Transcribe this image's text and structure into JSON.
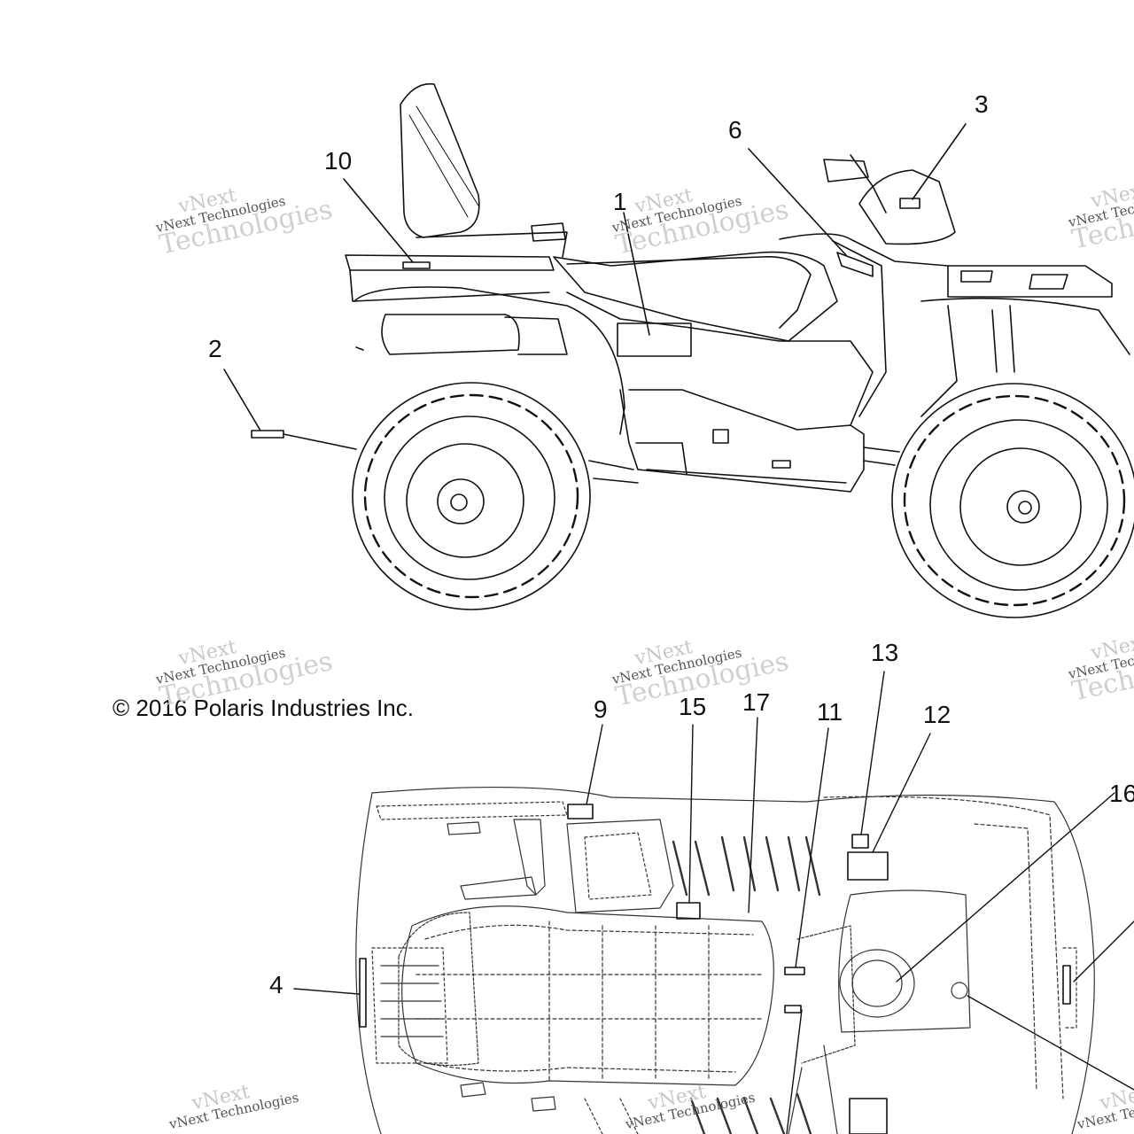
{
  "copyright": "© 2016 Polaris Industries Inc.",
  "watermark": {
    "brand_short": "vNext",
    "brand_full": "vNext Technologies",
    "brand_word": "Technologies"
  },
  "callouts": {
    "c1": "1",
    "c2": "2",
    "c3": "3",
    "c4": "4",
    "c6": "6",
    "c9": "9",
    "c10": "10",
    "c11": "11",
    "c12": "12",
    "c13": "13",
    "c15": "15",
    "c16": "16",
    "c17": "17"
  }
}
